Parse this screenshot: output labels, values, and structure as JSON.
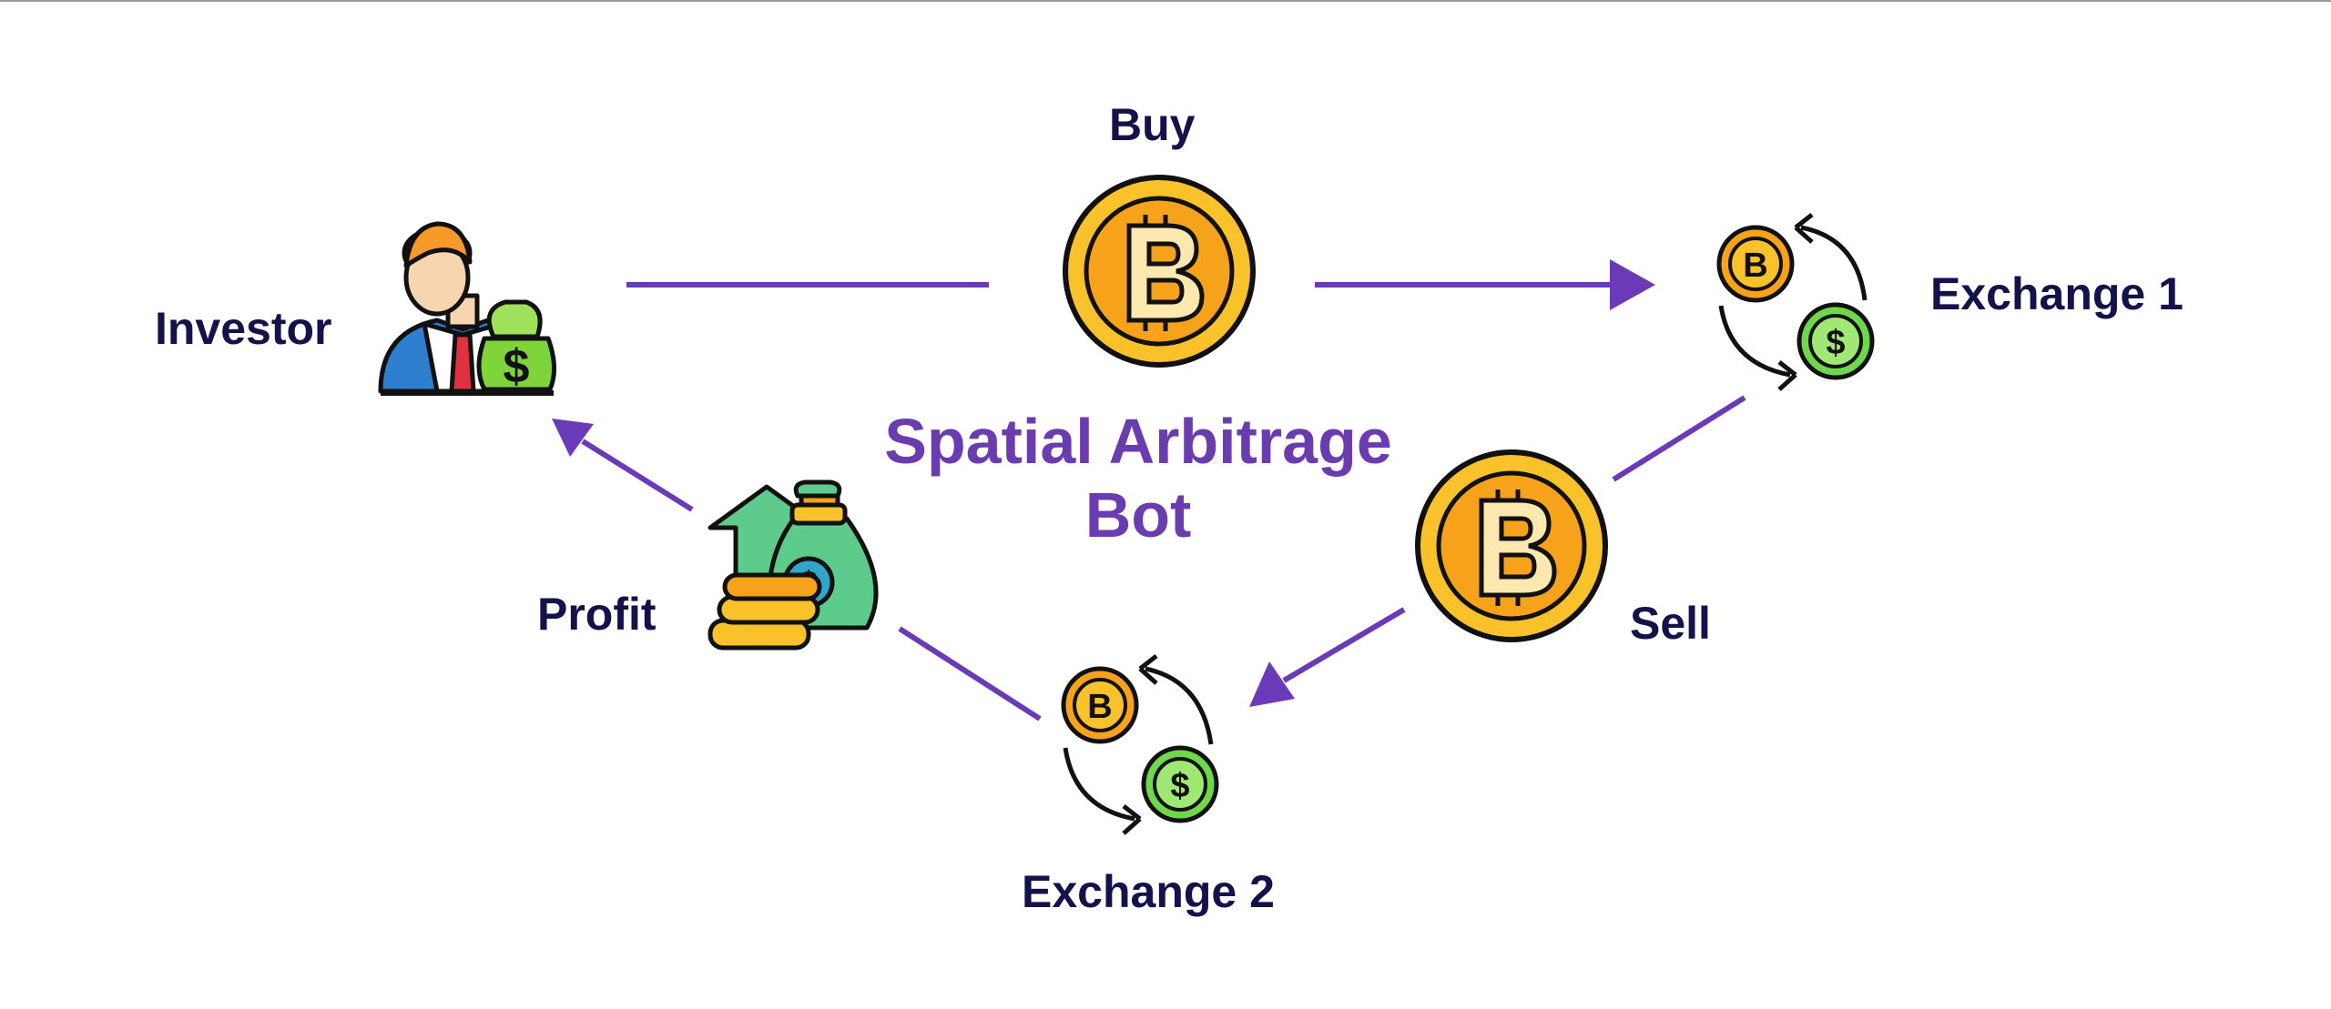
{
  "title": {
    "line1": "Spatial Arbitrage",
    "line2": "Bot"
  },
  "nodes": {
    "buy": "Buy",
    "investor": "Investor",
    "exchange1": "Exchange 1",
    "sell": "Sell",
    "profit": "Profit",
    "exchange2": "Exchange 2"
  },
  "colors": {
    "accent": "#6a3cb0",
    "arrow": "#6b3ab8",
    "text": "#14124a",
    "coin_gold": "#f9c22b",
    "coin_orange": "#f6a21a",
    "green": "#6fd84a",
    "money_green": "#5ccb8c"
  }
}
